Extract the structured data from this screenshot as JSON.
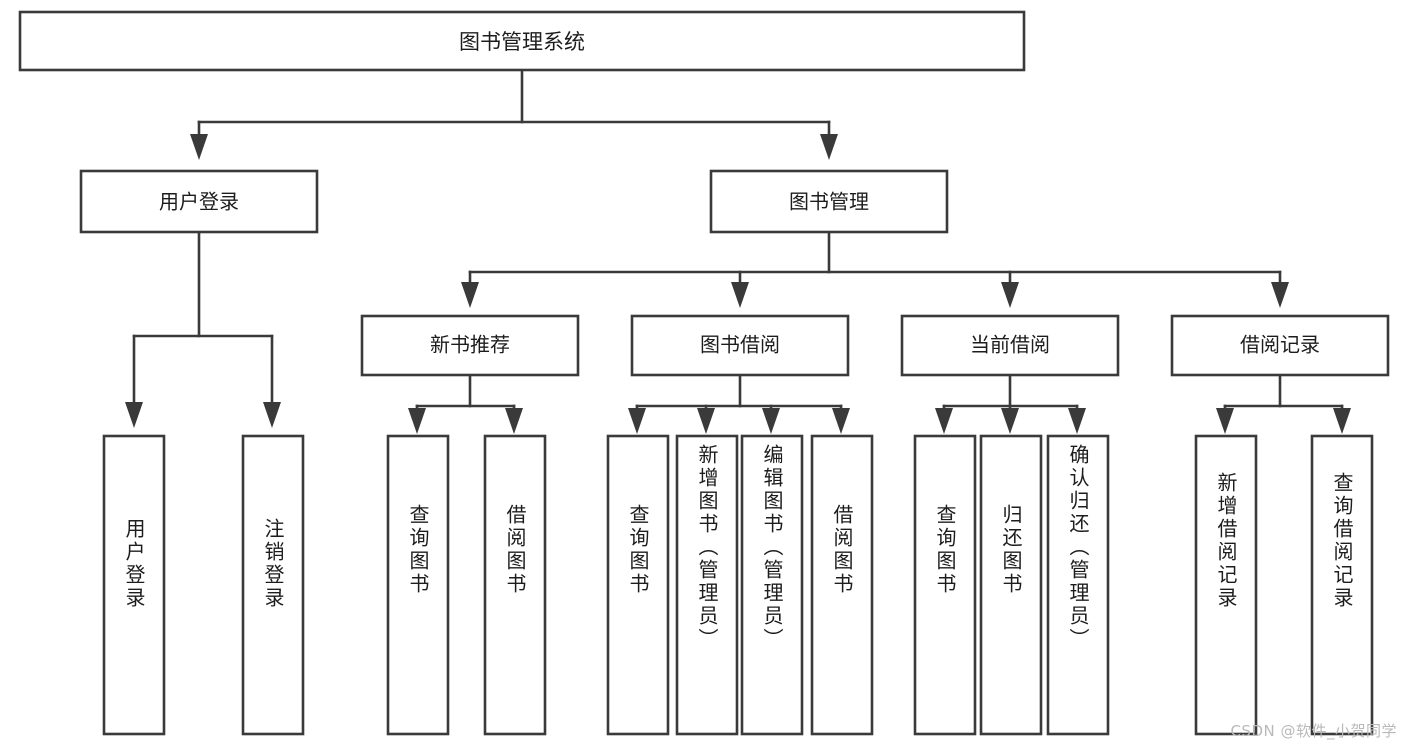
{
  "diagram": {
    "type": "tree-hierarchy",
    "title_node": {
      "label": "图书管理系统"
    },
    "level1": [
      {
        "id": "user-login",
        "label": "用户登录"
      },
      {
        "id": "book-management",
        "label": "图书管理"
      }
    ],
    "level2": [
      {
        "id": "new-book-recommend",
        "label": "新书推荐",
        "parent": "book-management"
      },
      {
        "id": "book-borrow",
        "label": "图书借阅",
        "parent": "book-management"
      },
      {
        "id": "current-borrow",
        "label": "当前借阅",
        "parent": "book-management"
      },
      {
        "id": "borrow-record",
        "label": "借阅记录",
        "parent": "book-management"
      }
    ],
    "leaves": [
      {
        "id": "leaf-user-login",
        "label": "用户登录",
        "parent": "user-login"
      },
      {
        "id": "leaf-logout-login",
        "label": "注销登录",
        "parent": "user-login"
      },
      {
        "id": "leaf-query-book-1",
        "label": "查询图书",
        "parent": "new-book-recommend"
      },
      {
        "id": "leaf-borrow-book-1",
        "label": "借阅图书",
        "parent": "new-book-recommend"
      },
      {
        "id": "leaf-query-book-2",
        "label": "查询图书",
        "parent": "book-borrow"
      },
      {
        "id": "leaf-add-book",
        "label": "新增图书（管理员）",
        "parent": "book-borrow"
      },
      {
        "id": "leaf-edit-book",
        "label": "编辑图书（管理员）",
        "parent": "book-borrow"
      },
      {
        "id": "leaf-borrow-book-2",
        "label": "借阅图书",
        "parent": "book-borrow"
      },
      {
        "id": "leaf-query-book-3",
        "label": "查询图书",
        "parent": "current-borrow"
      },
      {
        "id": "leaf-return-book",
        "label": "归还图书",
        "parent": "current-borrow"
      },
      {
        "id": "leaf-confirm-return",
        "label": "确认归还（管理员）",
        "parent": "current-borrow"
      },
      {
        "id": "leaf-add-record",
        "label": "新增借阅记录",
        "parent": "borrow-record"
      },
      {
        "id": "leaf-query-record",
        "label": "查询借阅记录",
        "parent": "borrow-record"
      }
    ],
    "colors": {
      "stroke": "#3a3a3a",
      "fill": "#ffffff",
      "text": "#1d1d1d",
      "watermark": "#b9b9b9"
    }
  },
  "watermark": {
    "text": "CSDN @软件_小贺同学"
  }
}
